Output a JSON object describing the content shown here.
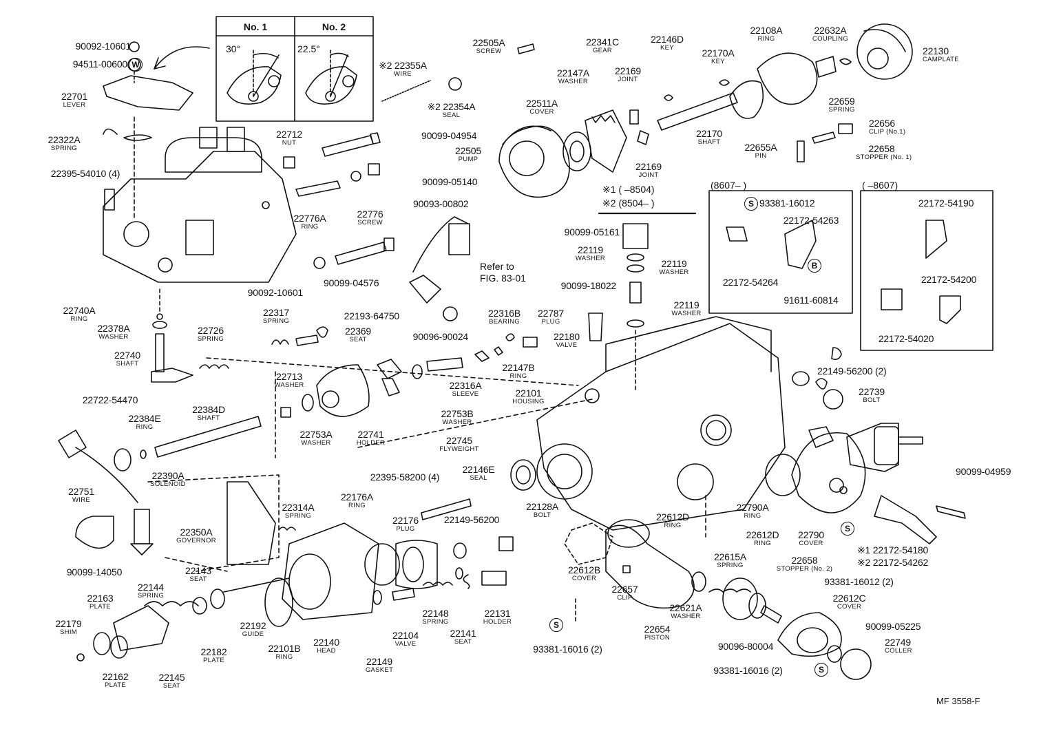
{
  "drawing_code": "MF  3558-F",
  "reference_note": {
    "line1": "Refer to",
    "line2": "FIG. 83-01"
  },
  "angle_table": {
    "col1": {
      "title": "No. 1",
      "angle": "30°"
    },
    "col2": {
      "title": "No. 2",
      "angle": "22.5°"
    }
  },
  "date_notes": {
    "note1": "※1 (        –8504)",
    "note2": "※2 (8504–        )"
  },
  "box_8607_a": {
    "label": "(8607–        )"
  },
  "box_8607_b": {
    "label": "(        –8607)"
  },
  "callouts": [
    {
      "pn": "90092-10601",
      "nm": ""
    },
    {
      "pn": "94511-00600",
      "nm": ""
    },
    {
      "pn": "22701",
      "nm": "LEVER"
    },
    {
      "pn": "22322A",
      "nm": "SPRING"
    },
    {
      "pn": "22395-54010 (4)",
      "nm": ""
    },
    {
      "pn": "22712",
      "nm": "NUT"
    },
    {
      "pn": "90099-04954",
      "nm": ""
    },
    {
      "pn": "90099-05140",
      "nm": ""
    },
    {
      "pn": "90093-00802",
      "nm": ""
    },
    {
      "pn": "22776",
      "nm": "SCREW"
    },
    {
      "pn": "22776A",
      "nm": "RING"
    },
    {
      "pn": "90099-04576",
      "nm": ""
    },
    {
      "pn": "90092-10601",
      "nm": ""
    },
    {
      "pn": "※2 22355A",
      "nm": "WIRE"
    },
    {
      "pn": "※2 22354A",
      "nm": "SEAL"
    },
    {
      "pn": "22505A",
      "nm": "SCREW"
    },
    {
      "pn": "22511A",
      "nm": "COVER"
    },
    {
      "pn": "22505",
      "nm": "PUMP"
    },
    {
      "pn": "22147A",
      "nm": "WASHER"
    },
    {
      "pn": "22341C",
      "nm": "GEAR"
    },
    {
      "pn": "22169",
      "nm": "JOINT"
    },
    {
      "pn": "22169",
      "nm": "JOINT"
    },
    {
      "pn": "22146D",
      "nm": "KEY"
    },
    {
      "pn": "22170A",
      "nm": "KEY"
    },
    {
      "pn": "22170",
      "nm": "SHAFT"
    },
    {
      "pn": "22108A",
      "nm": "RING"
    },
    {
      "pn": "22632A",
      "nm": "COUPLING"
    },
    {
      "pn": "22659",
      "nm": "SPRING"
    },
    {
      "pn": "22130",
      "nm": "CAMPLATE"
    },
    {
      "pn": "22656",
      "nm": "CLIP (No.1)"
    },
    {
      "pn": "22655A",
      "nm": "PIN"
    },
    {
      "pn": "22658",
      "nm": "STOPPER (No. 1)"
    },
    {
      "pn": "90099-05161",
      "nm": ""
    },
    {
      "pn": "22119",
      "nm": "WASHER"
    },
    {
      "pn": "22119",
      "nm": "WASHER"
    },
    {
      "pn": "90099-18022",
      "nm": ""
    },
    {
      "pn": "22119",
      "nm": "WASHER"
    },
    {
      "pn": "22180",
      "nm": "VALVE"
    },
    {
      "pn": "93381-16012",
      "nm": ""
    },
    {
      "pn": "22172-54263",
      "nm": ""
    },
    {
      "pn": "22172-54264",
      "nm": ""
    },
    {
      "pn": "91611-60814",
      "nm": ""
    },
    {
      "pn": "22172-54190",
      "nm": ""
    },
    {
      "pn": "22172-54200",
      "nm": ""
    },
    {
      "pn": "22172-54020",
      "nm": ""
    },
    {
      "pn": "22740A",
      "nm": "RING"
    },
    {
      "pn": "22378A",
      "nm": "WASHER"
    },
    {
      "pn": "22726",
      "nm": "SPRING"
    },
    {
      "pn": "22740",
      "nm": "SHAFT"
    },
    {
      "pn": "22317",
      "nm": "SPRING"
    },
    {
      "pn": "22369",
      "nm": "SEAT"
    },
    {
      "pn": "22193-64750",
      "nm": ""
    },
    {
      "pn": "22316B",
      "nm": "BEARING"
    },
    {
      "pn": "22787",
      "nm": "PLUG"
    },
    {
      "pn": "90096-90024",
      "nm": ""
    },
    {
      "pn": "22147B",
      "nm": "RING"
    },
    {
      "pn": "22316A",
      "nm": "SLEEVE"
    },
    {
      "pn": "22753B",
      "nm": "WASHER"
    },
    {
      "pn": "22101",
      "nm": "HOUSING"
    },
    {
      "pn": "22713",
      "nm": "WASHER"
    },
    {
      "pn": "22753A",
      "nm": "WASHER"
    },
    {
      "pn": "22741",
      "nm": "HOLDER"
    },
    {
      "pn": "22745",
      "nm": "FLYWEIGHT"
    },
    {
      "pn": "22722-54470",
      "nm": ""
    },
    {
      "pn": "22384E",
      "nm": "RING"
    },
    {
      "pn": "22384D",
      "nm": "SHAFT"
    },
    {
      "pn": "22149-56200 (2)",
      "nm": ""
    },
    {
      "pn": "22739",
      "nm": "BOLT"
    },
    {
      "pn": "22751",
      "nm": "WIRE"
    },
    {
      "pn": "22390A",
      "nm": "SOLENOID"
    },
    {
      "pn": "22350A",
      "nm": "GOVERNOR"
    },
    {
      "pn": "22314A",
      "nm": "SPRING"
    },
    {
      "pn": "22176A",
      "nm": "RING"
    },
    {
      "pn": "22395-58200 (4)",
      "nm": ""
    },
    {
      "pn": "22146E",
      "nm": "SEAL"
    },
    {
      "pn": "22176",
      "nm": "PLUG"
    },
    {
      "pn": "22149-56200",
      "nm": ""
    },
    {
      "pn": "22128A",
      "nm": "BOLT"
    },
    {
      "pn": "22790A",
      "nm": "RING"
    },
    {
      "pn": "22790",
      "nm": "COVER"
    },
    {
      "pn": "90099-04959",
      "nm": ""
    },
    {
      "pn": "※1 22172-54180",
      "nm": ""
    },
    {
      "pn": "※2 22172-54262",
      "nm": ""
    },
    {
      "pn": "93381-16012 (2)",
      "nm": ""
    },
    {
      "pn": "22612D",
      "nm": "RING"
    },
    {
      "pn": "22612B",
      "nm": "COVER"
    },
    {
      "pn": "22657",
      "nm": "CLIP"
    },
    {
      "pn": "22654",
      "nm": "PISTON"
    },
    {
      "pn": "22621A",
      "nm": "WASHER"
    },
    {
      "pn": "22612D",
      "nm": "RING"
    },
    {
      "pn": "22615A",
      "nm": "SPRING"
    },
    {
      "pn": "22658",
      "nm": "STOPPER (No. 2)"
    },
    {
      "pn": "22612C",
      "nm": "COVER"
    },
    {
      "pn": "90099-05225",
      "nm": ""
    },
    {
      "pn": "22749",
      "nm": "COLLER"
    },
    {
      "pn": "90096-80004",
      "nm": ""
    },
    {
      "pn": "93381-16016 (2)",
      "nm": ""
    },
    {
      "pn": "93381-16016 (2)",
      "nm": ""
    },
    {
      "pn": "90099-14050",
      "nm": ""
    },
    {
      "pn": "22143",
      "nm": "SEAT"
    },
    {
      "pn": "22144",
      "nm": "SPRING"
    },
    {
      "pn": "22163",
      "nm": "PLATE"
    },
    {
      "pn": "22179",
      "nm": "SHIM"
    },
    {
      "pn": "22162",
      "nm": "PLATE"
    },
    {
      "pn": "22145",
      "nm": "SEAT"
    },
    {
      "pn": "22182",
      "nm": "PLATE"
    },
    {
      "pn": "22192",
      "nm": "GUIDE"
    },
    {
      "pn": "22101B",
      "nm": "RING"
    },
    {
      "pn": "22140",
      "nm": "HEAD"
    },
    {
      "pn": "22149",
      "nm": "GASKET"
    },
    {
      "pn": "22104",
      "nm": "VALVE"
    },
    {
      "pn": "22148",
      "nm": "SPRING"
    },
    {
      "pn": "22141",
      "nm": "SEAT"
    },
    {
      "pn": "22131",
      "nm": "HOLDER"
    }
  ],
  "symbols": [
    "W",
    "S",
    "B",
    "S",
    "S",
    "S",
    "S"
  ]
}
